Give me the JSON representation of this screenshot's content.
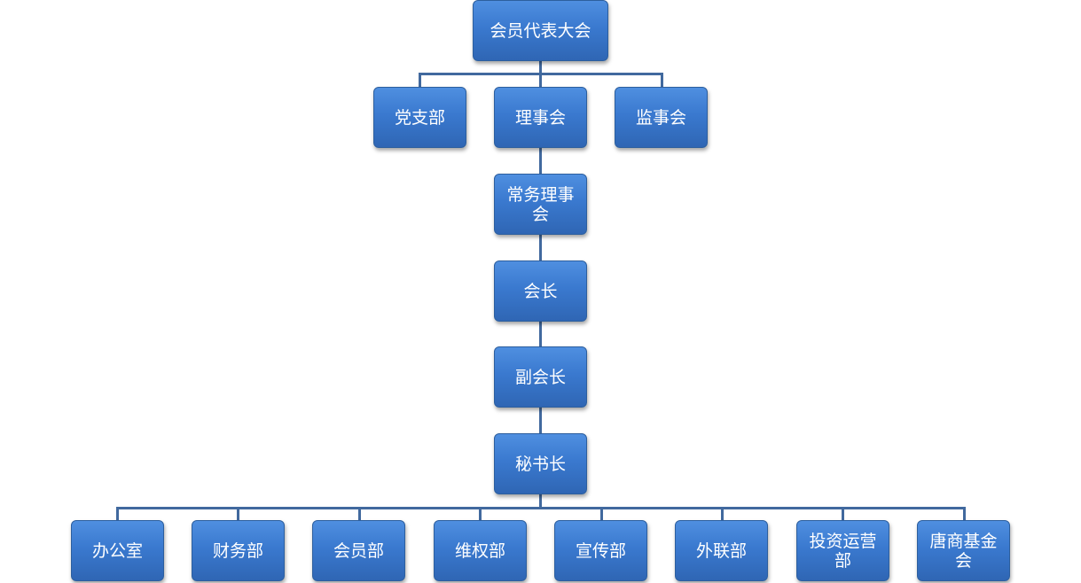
{
  "top": {
    "label": "会员代表大会"
  },
  "level2": [
    {
      "label": "党支部"
    },
    {
      "label": "理事会"
    },
    {
      "label": "监事会"
    }
  ],
  "chain": [
    {
      "label": "常务理事会"
    },
    {
      "label": "会长"
    },
    {
      "label": "副会长"
    },
    {
      "label": "秘书长"
    }
  ],
  "departments": [
    {
      "label": "办公室"
    },
    {
      "label": "财务部"
    },
    {
      "label": "会员部"
    },
    {
      "label": "维权部"
    },
    {
      "label": "宣传部"
    },
    {
      "label": "外联部"
    },
    {
      "label": "投资运营部"
    },
    {
      "label": "唐商基金会"
    }
  ]
}
